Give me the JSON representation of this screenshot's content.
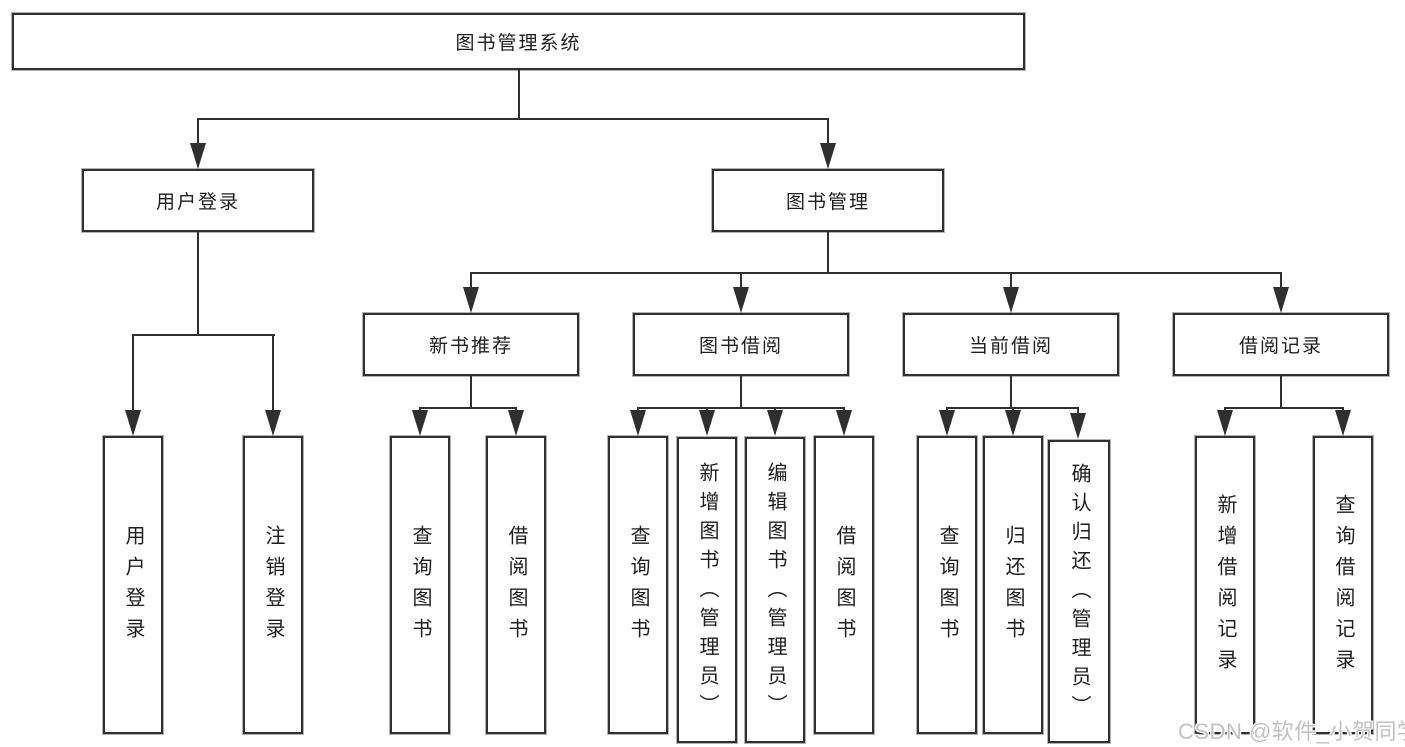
{
  "tree": {
    "root": {
      "label": "图书管理系统"
    },
    "children": [
      {
        "label": "用户登录",
        "children": [
          {
            "label": "用户登录"
          },
          {
            "label": "注销登录"
          }
        ]
      },
      {
        "label": "图书管理",
        "children": [
          {
            "label": "新书推荐",
            "children": [
              {
                "label": "查询图书"
              },
              {
                "label": "借阅图书"
              }
            ]
          },
          {
            "label": "图书借阅",
            "children": [
              {
                "label": "查询图书"
              },
              {
                "label": "新增图书（管理员）"
              },
              {
                "label": "编辑图书（管理员）"
              },
              {
                "label": "借阅图书"
              }
            ]
          },
          {
            "label": "当前借阅",
            "children": [
              {
                "label": "查询图书"
              },
              {
                "label": "归还图书"
              },
              {
                "label": "确认归还（管理员）"
              }
            ]
          },
          {
            "label": "借阅记录",
            "children": [
              {
                "label": "新增借阅记录"
              },
              {
                "label": "查询借阅记录"
              }
            ]
          }
        ]
      }
    ]
  },
  "watermark": {
    "text": "CSDN @软件_小贺同学"
  },
  "colors": {
    "line": "#2f2f2f",
    "border": "#303030",
    "text": "#1e1e1e",
    "watermark": "#c2c2c2",
    "background": "#ffffff"
  }
}
